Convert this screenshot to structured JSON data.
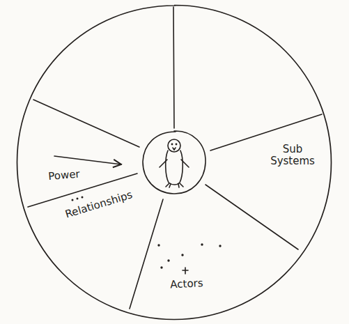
{
  "diagram": {
    "nodes": [
      {
        "text": [
          "Power",
          "Relationships",
          "Actors",
          "Sub Systems"
        ]
      }
    ]
  }
}
